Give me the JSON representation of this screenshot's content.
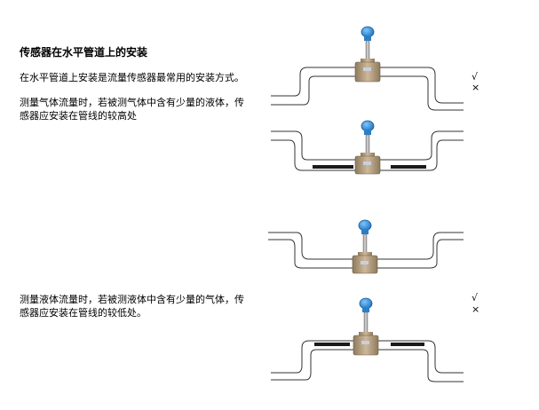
{
  "title": "传感器在水平管道上的安装",
  "intro": "在水平管道上安装是流量传感器最常用的安装方式。",
  "gas_note": "测量气体流量时，若被测气体中含有少量的液体，传\n感器应安装在管线的较高处",
  "liquid_note": "测量液体流量时，若被测液体中含有少量的气体，传\n感器应安装在管线的较低处。",
  "marks": {
    "right": "√",
    "wrong": "×"
  },
  "colors": {
    "pipe_stroke": "#333333",
    "body": "#b19a7c",
    "head": "#2f8ed8",
    "liquid": "#1a1a1a"
  }
}
